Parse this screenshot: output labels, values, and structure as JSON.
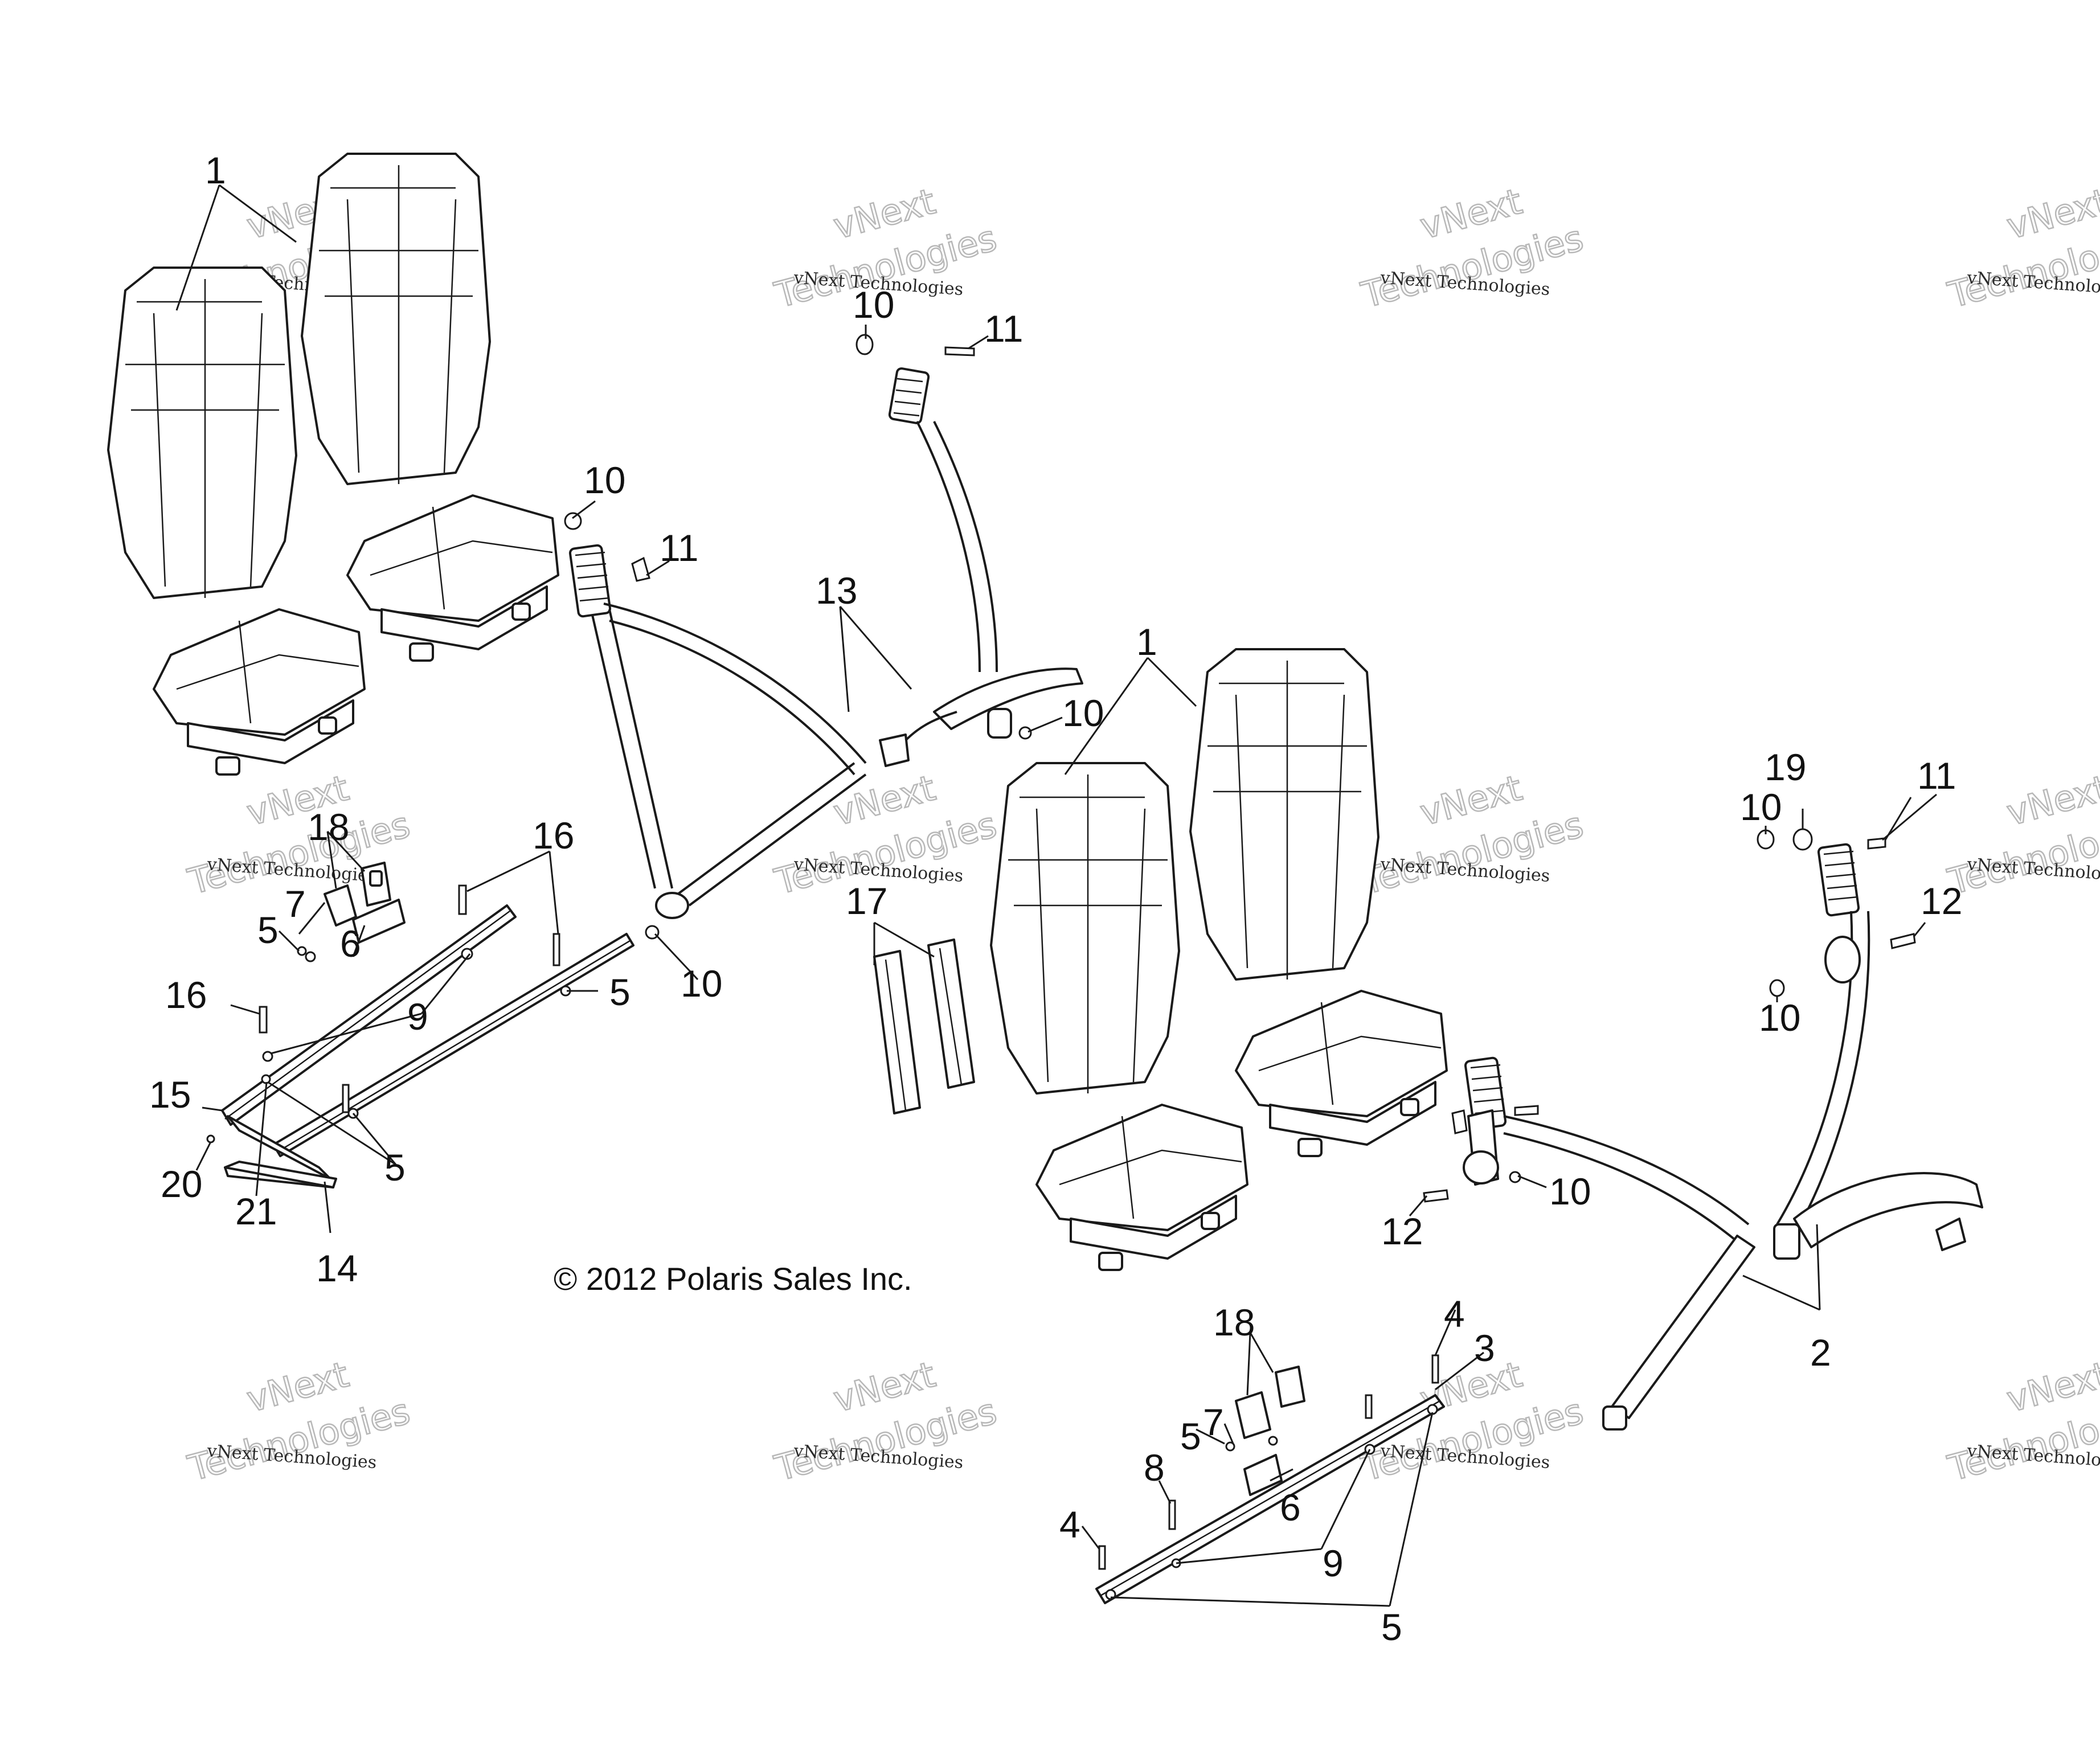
{
  "copyright": "© 2012 Polaris Sales Inc.",
  "watermark": {
    "label": "vNext Technologies",
    "word1": "vNext",
    "word2": "Technologies"
  },
  "callouts": [
    {
      "id": "c1a",
      "text": "1"
    },
    {
      "id": "c1b",
      "text": "1"
    },
    {
      "id": "c2",
      "text": "2"
    },
    {
      "id": "c3",
      "text": "3"
    },
    {
      "id": "c4a",
      "text": "4"
    },
    {
      "id": "c4b",
      "text": "4"
    },
    {
      "id": "c5a",
      "text": "5"
    },
    {
      "id": "c5b",
      "text": "5"
    },
    {
      "id": "c5c",
      "text": "5"
    },
    {
      "id": "c5d",
      "text": "5"
    },
    {
      "id": "c5e",
      "text": "5"
    },
    {
      "id": "c6a",
      "text": "6"
    },
    {
      "id": "c6b",
      "text": "6"
    },
    {
      "id": "c7a",
      "text": "7"
    },
    {
      "id": "c7b",
      "text": "7"
    },
    {
      "id": "c8",
      "text": "8"
    },
    {
      "id": "c9a",
      "text": "9"
    },
    {
      "id": "c9b",
      "text": "9"
    },
    {
      "id": "c10a",
      "text": "10"
    },
    {
      "id": "c10b",
      "text": "10"
    },
    {
      "id": "c10c",
      "text": "10"
    },
    {
      "id": "c10d",
      "text": "10"
    },
    {
      "id": "c10e",
      "text": "10"
    },
    {
      "id": "c10f",
      "text": "10"
    },
    {
      "id": "c10g",
      "text": "10"
    },
    {
      "id": "c11a",
      "text": "11"
    },
    {
      "id": "c11b",
      "text": "11"
    },
    {
      "id": "c11c",
      "text": "11"
    },
    {
      "id": "c12a",
      "text": "12"
    },
    {
      "id": "c12b",
      "text": "12"
    },
    {
      "id": "c13",
      "text": "13"
    },
    {
      "id": "c14",
      "text": "14"
    },
    {
      "id": "c15",
      "text": "15"
    },
    {
      "id": "c16a",
      "text": "16"
    },
    {
      "id": "c16b",
      "text": "16"
    },
    {
      "id": "c17",
      "text": "17"
    },
    {
      "id": "c18a",
      "text": "18"
    },
    {
      "id": "c18b",
      "text": "18"
    },
    {
      "id": "c19",
      "text": "19"
    },
    {
      "id": "c20",
      "text": "20"
    },
    {
      "id": "c21",
      "text": "21"
    }
  ]
}
